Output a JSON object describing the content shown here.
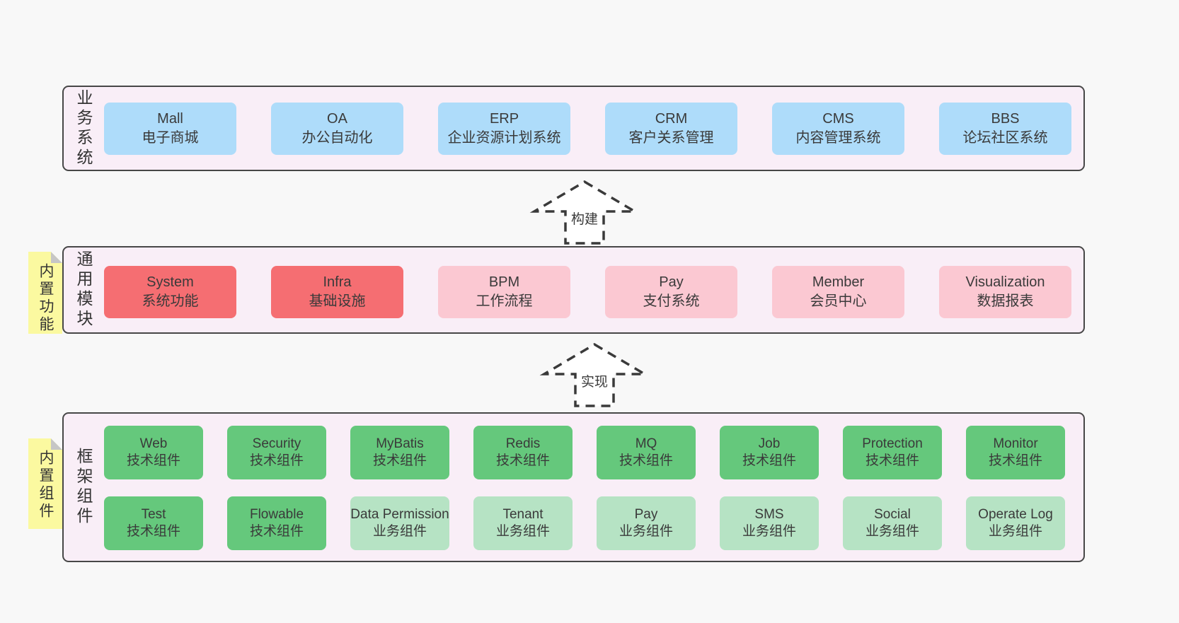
{
  "colors": {
    "page_bg": "#f8f8f8",
    "panel_bg": "#f9eef7",
    "panel_border": "#474747",
    "blue": "#aedcfa",
    "red": "#f56e72",
    "pink": "#fbc8d2",
    "green": "#65c87c",
    "light_green": "#b6e3c4",
    "sticky_yellow": "#fbf9a0",
    "sticky_fold_gray": "#c6c6c6",
    "text": "#3a3a3a"
  },
  "arrows": [
    {
      "label": "构建"
    },
    {
      "label": "实现"
    }
  ],
  "layers": {
    "business": {
      "label": "业务系统",
      "boxes": [
        {
          "title": "Mall",
          "subtitle": "电子商城",
          "type": "blue"
        },
        {
          "title": "OA",
          "subtitle": "办公自动化",
          "type": "blue"
        },
        {
          "title": "ERP",
          "subtitle": "企业资源计划系统",
          "type": "blue"
        },
        {
          "title": "CRM",
          "subtitle": "客户关系管理",
          "type": "blue"
        },
        {
          "title": "CMS",
          "subtitle": "内容管理系统",
          "type": "blue"
        },
        {
          "title": "BBS",
          "subtitle": "论坛社区系统",
          "type": "blue"
        }
      ]
    },
    "modules": {
      "label": "通用模块",
      "sticky_label": "内置功能",
      "boxes": [
        {
          "title": "System",
          "subtitle": "系统功能",
          "type": "red"
        },
        {
          "title": "Infra",
          "subtitle": "基础设施",
          "type": "red"
        },
        {
          "title": "BPM",
          "subtitle": "工作流程",
          "type": "pink"
        },
        {
          "title": "Pay",
          "subtitle": "支付系统",
          "type": "pink"
        },
        {
          "title": "Member",
          "subtitle": "会员中心",
          "type": "pink"
        },
        {
          "title": "Visualization",
          "subtitle": "数据报表",
          "type": "pink"
        }
      ]
    },
    "components": {
      "label": "框架组件",
      "sticky_label": "内置组件",
      "row1": [
        {
          "title": "Web",
          "subtitle": "技术组件",
          "type": "green"
        },
        {
          "title": "Security",
          "subtitle": "技术组件",
          "type": "green"
        },
        {
          "title": "MyBatis",
          "subtitle": "技术组件",
          "type": "green"
        },
        {
          "title": "Redis",
          "subtitle": "技术组件",
          "type": "green"
        },
        {
          "title": "MQ",
          "subtitle": "技术组件",
          "type": "green"
        },
        {
          "title": "Job",
          "subtitle": "技术组件",
          "type": "green"
        },
        {
          "title": "Protection",
          "subtitle": "技术组件",
          "type": "green"
        },
        {
          "title": "Monitor",
          "subtitle": "技术组件",
          "type": "green"
        }
      ],
      "row2": [
        {
          "title": "Test",
          "subtitle": "技术组件",
          "type": "green"
        },
        {
          "title": "Flowable",
          "subtitle": "技术组件",
          "type": "green"
        },
        {
          "title": "Data Permission",
          "subtitle": "业务组件",
          "type": "light_green"
        },
        {
          "title": "Tenant",
          "subtitle": "业务组件",
          "type": "light_green"
        },
        {
          "title": "Pay",
          "subtitle": "业务组件",
          "type": "light_green"
        },
        {
          "title": "SMS",
          "subtitle": "业务组件",
          "type": "light_green"
        },
        {
          "title": "Social",
          "subtitle": "业务组件",
          "type": "light_green"
        },
        {
          "title": "Operate Log",
          "subtitle": "业务组件",
          "type": "light_green"
        }
      ]
    }
  }
}
